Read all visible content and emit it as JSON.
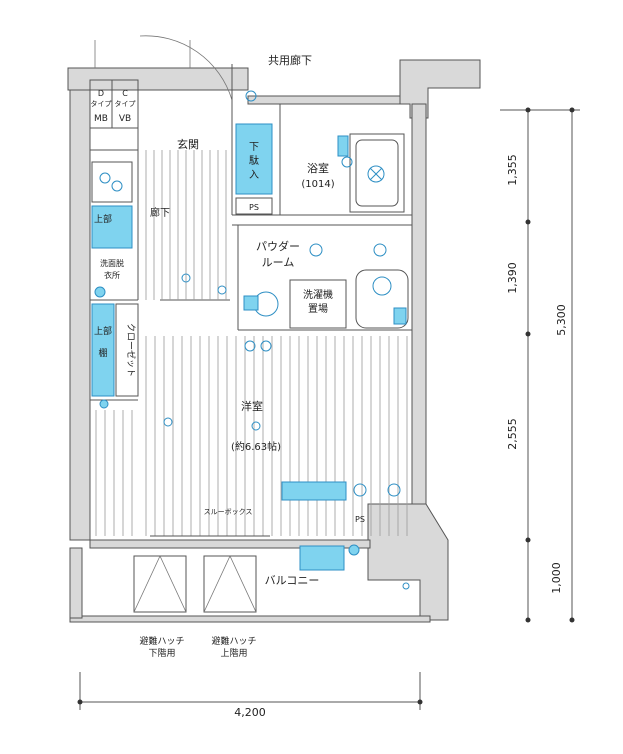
{
  "labels": {
    "corridor": "共用廊下",
    "type_d": "D",
    "type_c": "C",
    "type_word": "タイプ",
    "mb": "MB",
    "vb": "VB",
    "entrance": "玄関",
    "shoebox_1": "下",
    "shoebox_2": "駄",
    "shoebox_3": "入",
    "ps": "PS",
    "bath": "浴室",
    "bath_size": "(1014)",
    "hallway": "廊下",
    "powder_1": "パウダー",
    "powder_2": "ルーム",
    "laundry_1": "洗濯機",
    "laundry_2": "置場",
    "upper_1": "上部",
    "upper_2": "棚",
    "closet": "クローゼット",
    "washroom_1": "洗面脱",
    "washroom_2": "衣所",
    "room": "洋室",
    "room_size": "(約6.63帖)",
    "balcony": "バルコニー",
    "hatch_left_1": "避難ハッチ",
    "hatch_left_2": "下階用",
    "hatch_right_1": "避難ハッチ",
    "hatch_right_2": "上階用",
    "multi_box": "スルーボックス",
    "ps_room": "PS"
  },
  "dimensions": {
    "d1": "1,355",
    "d2": "1,390",
    "d3": "2,555",
    "d4": "1,000",
    "total": "5,300",
    "width": "4,200"
  },
  "colors": {
    "fixture_fill": "#7fd3ef",
    "fixture_stroke": "#2e8fc4",
    "wall": "#d9d9d9"
  }
}
